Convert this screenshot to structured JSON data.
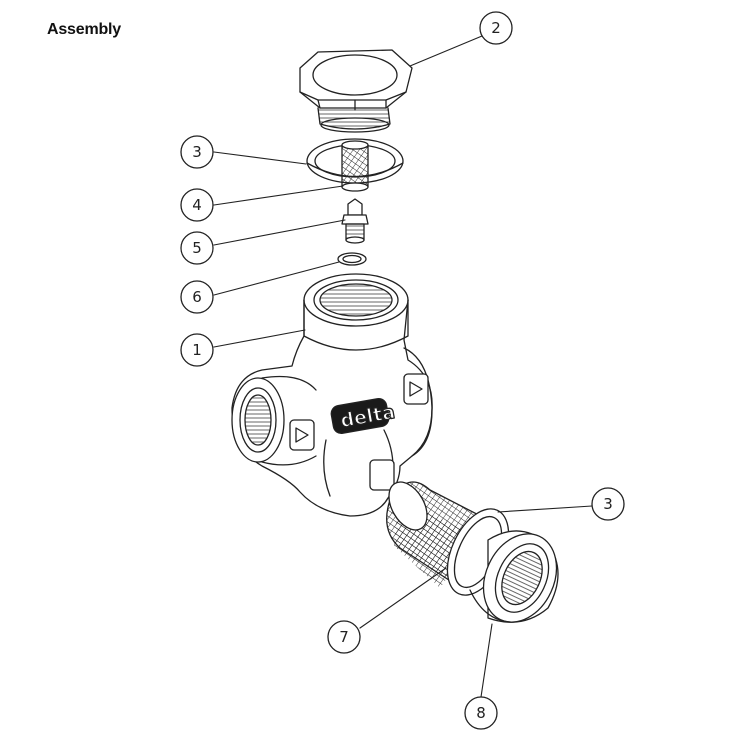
{
  "page": {
    "title": "Assembly"
  },
  "brand": {
    "text": "delta"
  },
  "colors": {
    "line": "#222222",
    "background": "#ffffff",
    "brand_fill": "#1a1a1a"
  },
  "callouts": [
    "2",
    "3",
    "4",
    "5",
    "6",
    "1",
    "3",
    "7",
    "8"
  ],
  "parts": [
    "hex-cap-icon",
    "gasket-ring-icon",
    "screen-filter-icon",
    "plug-icon",
    "washer-icon",
    "valve-body-icon",
    "cylindrical-screen-icon",
    "gasket-icon",
    "union-end-icon"
  ]
}
